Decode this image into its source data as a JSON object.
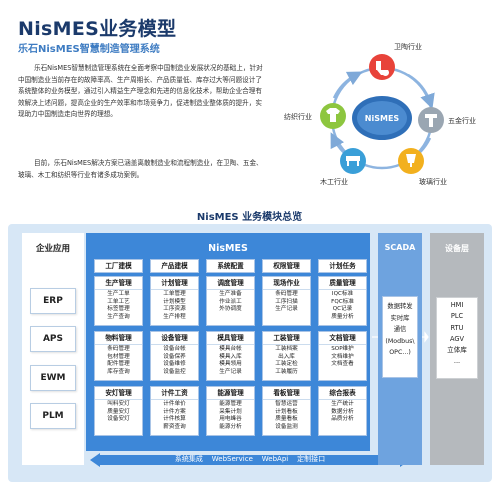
{
  "header": {
    "title": "NisMES业务模型",
    "subtitle": "乐石NisMES智慧制造管理系统",
    "para1": "乐石NisMES智慧制造管理系统在全面考察中国制造业发展状况的基础上，针对中国制造业当前存在的故障率高、生产周期长、产品质量低、库存过大等问题设计了系统整体的业务模型，通过引入精益生产理念和先进的信息化技术，帮助企业合理有效解决上述问题，提高企业的生产效率和市场竞争力，促进制造业整体质的提升，实现助力中国制造走向世界的理想。",
    "para2": "目前，乐石NisMES解决方案已涵盖离散制造业和流程制造业，在卫陶、五金、玻璃、木工和纺织等行业有诸多成功案例。"
  },
  "ring": {
    "center_label": "NiSMES",
    "industries": [
      {
        "label": "卫陶行业",
        "icon": "toilet-icon",
        "color": "#e8433a"
      },
      {
        "label": "五金行业",
        "icon": "hammer-icon",
        "color": "#9aa6b2"
      },
      {
        "label": "玻璃行业",
        "icon": "glass-icon",
        "color": "#f2b01e"
      },
      {
        "label": "木工行业",
        "icon": "furniture-icon",
        "color": "#3a9fd8"
      },
      {
        "label": "纺织行业",
        "icon": "tshirt-icon",
        "color": "#8dc63f"
      }
    ]
  },
  "overview": {
    "title": "NisMES 业务模块总览",
    "enterprise": {
      "title": "企业应用",
      "items": [
        "ERP",
        "APS",
        "EWM",
        "PLM"
      ]
    },
    "nismes": {
      "title": "NisMES",
      "top_row": [
        "工厂建模",
        "产品建模",
        "系统配置",
        "权限管理",
        "计划任务"
      ],
      "modules": [
        {
          "title": "生产管理",
          "items": [
            "生产工单",
            "工单工艺",
            "标签管理",
            "生产查询"
          ]
        },
        {
          "title": "计划管理",
          "items": [
            "工单管理",
            "计划模型",
            "工序资源",
            "生产排程"
          ]
        },
        {
          "title": "调度管理",
          "items": [
            "生产准备",
            "作业派工",
            "外协调度"
          ]
        },
        {
          "title": "现场作业",
          "items": [
            "条码管理",
            "工序扫描",
            "生产记录"
          ]
        },
        {
          "title": "质量管理",
          "items": [
            "IQC标准",
            "FQC标准",
            "QC记录",
            "质量分析"
          ]
        },
        {
          "title": "物料管理",
          "items": [
            "条码管理",
            "包材管理",
            "配件管理",
            "库存查询"
          ]
        },
        {
          "title": "设备管理",
          "items": [
            "设备台帐",
            "设备保养",
            "设备维修",
            "设备监控"
          ]
        },
        {
          "title": "模具管理",
          "items": [
            "模具台帐",
            "模具入库",
            "模具领用",
            "生产记录"
          ]
        },
        {
          "title": "工装管理",
          "items": [
            "工装档案",
            "出入库",
            "工装定检",
            "工装履历"
          ]
        },
        {
          "title": "文档管理",
          "items": [
            "SOP维护",
            "文档维护",
            "文档查看"
          ]
        },
        {
          "title": "安灯管理",
          "items": [
            "叫料安灯",
            "质量安灯",
            "设备安灯"
          ]
        },
        {
          "title": "计件工资",
          "items": [
            "计件单价",
            "计件方案",
            "计件核算",
            "薪资查询"
          ]
        },
        {
          "title": "能源管理",
          "items": [
            "能源管理",
            "采集计划",
            "用电峰谷",
            "能源分析"
          ]
        },
        {
          "title": "看板管理",
          "items": [
            "智慧运营",
            "计划看板",
            "质量看板",
            "设备监测"
          ]
        },
        {
          "title": "综合报表",
          "items": [
            "生产统计",
            "数据分析",
            "品质分析"
          ]
        }
      ]
    },
    "scada": {
      "title": "SCADA",
      "lines": [
        "数据转发",
        "实时库",
        "通信",
        "(Modbus\\",
        "OPC...)"
      ]
    },
    "device": {
      "title": "设备层",
      "lines": [
        "HMI",
        "PLC",
        "RTU",
        "AGV",
        "立体库",
        "..."
      ]
    },
    "bottom_bar": "系统集成    WebService    WebApi    定制接口"
  }
}
